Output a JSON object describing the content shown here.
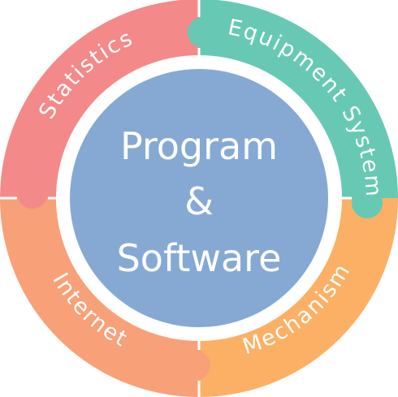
{
  "center": {
    "line1": "Program",
    "line2": "&",
    "line3": "Software"
  },
  "segments": [
    {
      "id": "statistics",
      "label": "Statistics",
      "color": "#F4898A"
    },
    {
      "id": "equipment",
      "label": "Equipment System",
      "color": "#67C9B3"
    },
    {
      "id": "mechanism",
      "label": "Mechanism",
      "color": "#FBB065"
    },
    {
      "id": "internet",
      "label": "Internet",
      "color": "#F8A078"
    }
  ],
  "colors": {
    "center_circle": "#86A9D3",
    "background": "#ffffff"
  }
}
